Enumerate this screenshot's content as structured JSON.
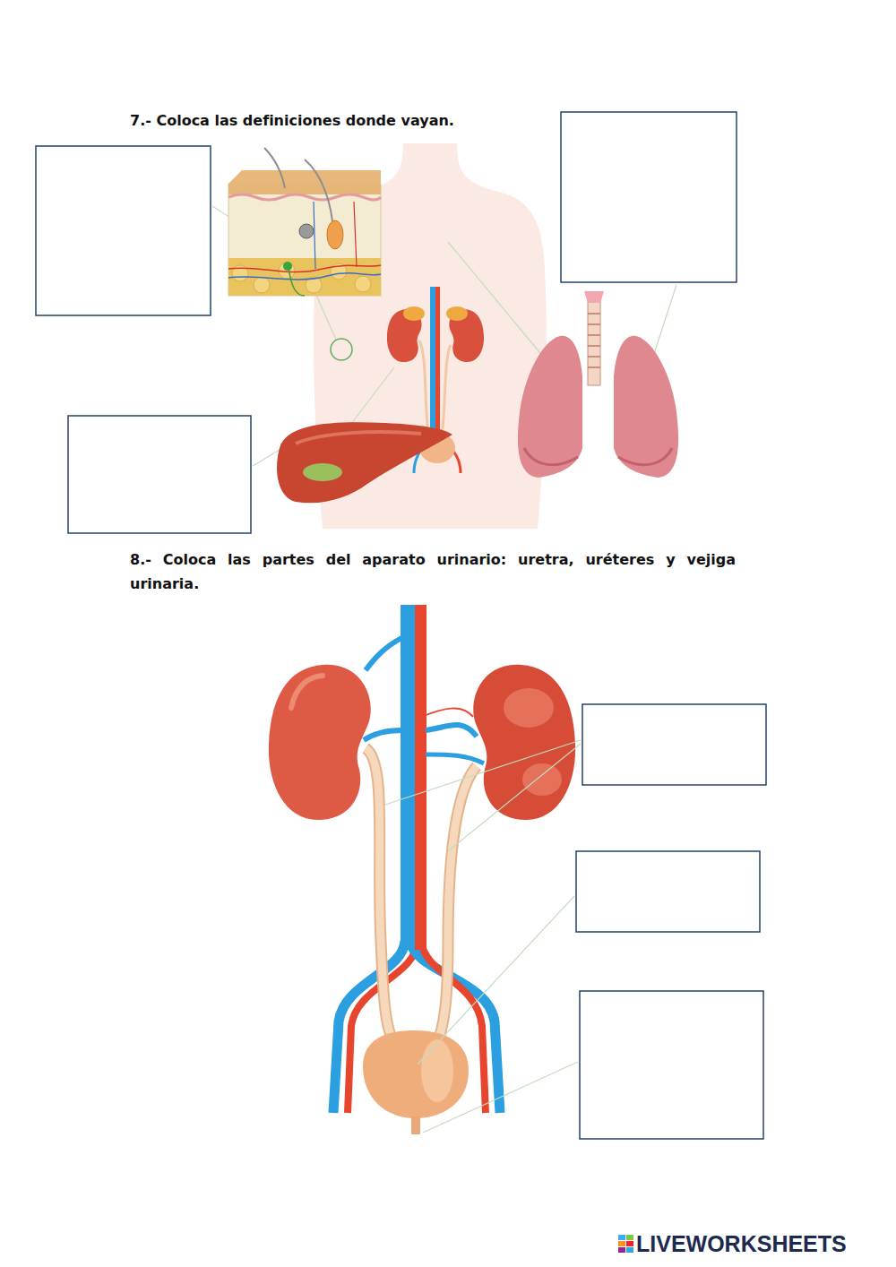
{
  "diagram": {
    "labels": [
      "7.- Coloca las definiciones donde vayan.",
      "8.- Coloca las partes del aparato urinario: uretra, uréteres y vejiga urinaria.",
      "LIVEWORKSHEETS"
    ]
  }
}
